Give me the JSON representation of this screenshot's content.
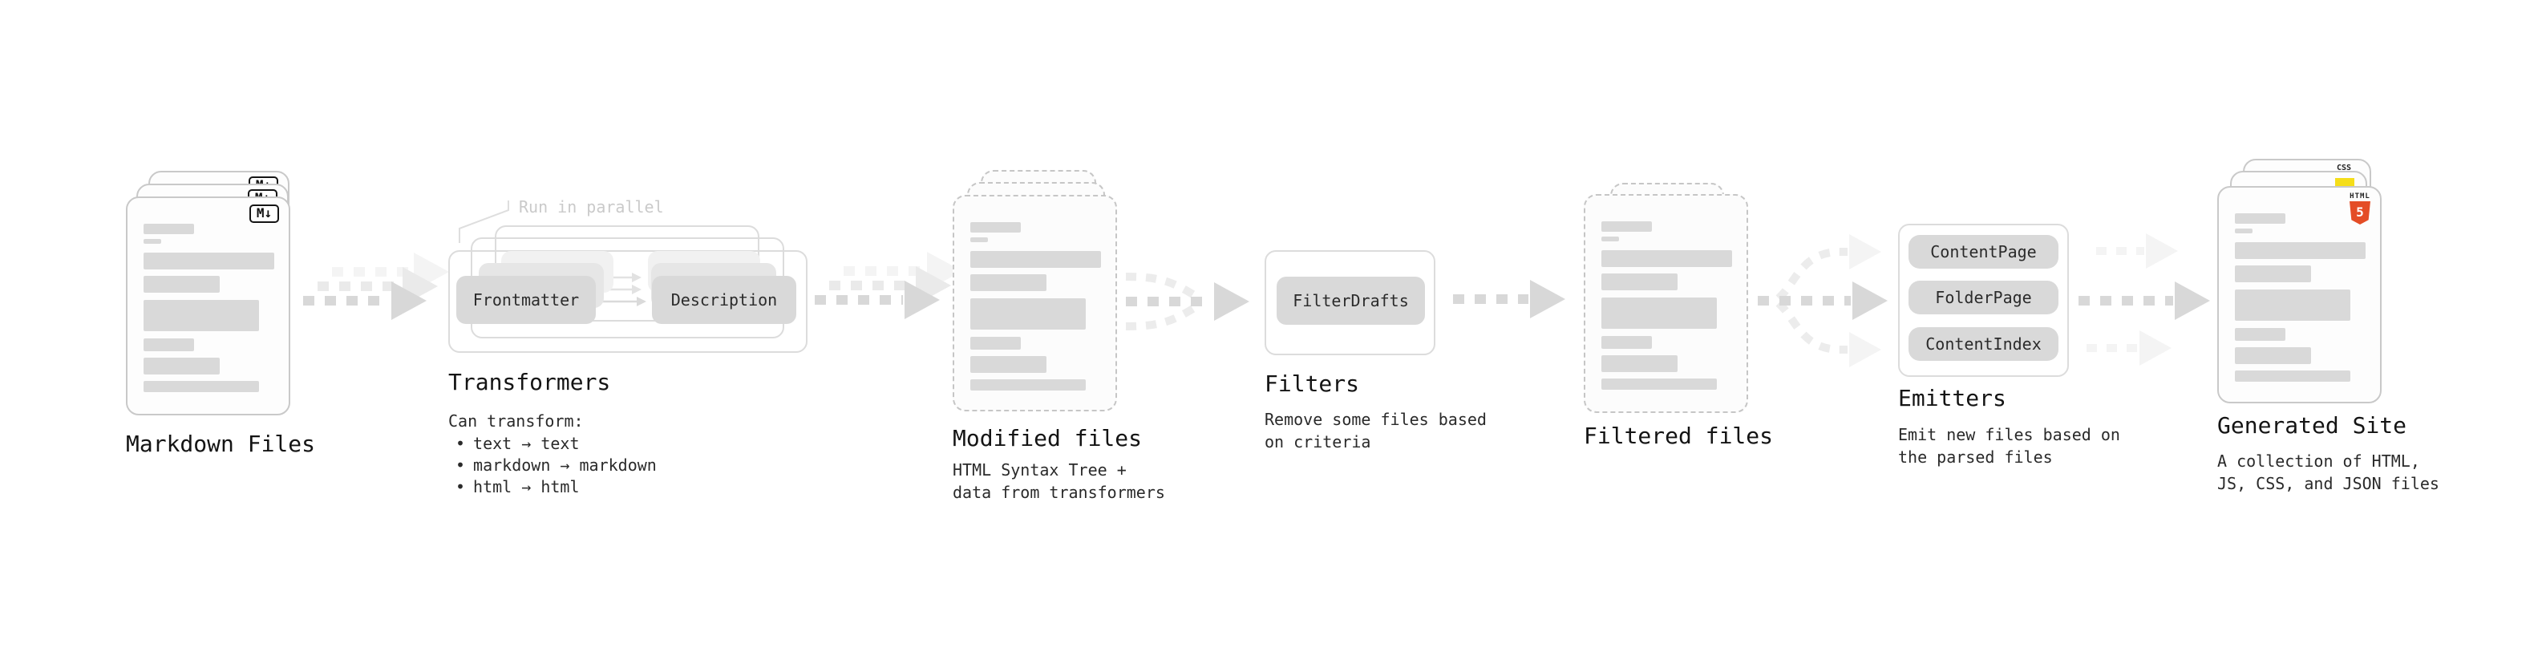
{
  "diagram": {
    "markdown": {
      "label": "Markdown Files",
      "badge": "M↓"
    },
    "transformers": {
      "annotation": "Run in parallel",
      "pill_left": "Frontmatter",
      "pill_right": "Description",
      "label": "Transformers",
      "desc_title": "Can transform:",
      "bullets": [
        "text → text",
        "markdown → markdown",
        "html → html"
      ]
    },
    "modified": {
      "label": "Modified files",
      "desc_lines": [
        "HTML Syntax Tree +",
        "data from transformers"
      ]
    },
    "filters": {
      "pill": "FilterDrafts",
      "label": "Filters",
      "desc_lines": [
        "Remove some files based",
        "on criteria"
      ]
    },
    "filtered": {
      "label": "Filtered files"
    },
    "emitters": {
      "pills": [
        "ContentPage",
        "FolderPage",
        "ContentIndex"
      ],
      "label": "Emitters",
      "desc_lines": [
        "Emit new files based on",
        "the parsed files"
      ]
    },
    "generated": {
      "label": "Generated Site",
      "desc_lines": [
        "A collection of HTML,",
        "JS, CSS, and JSON files"
      ],
      "css_badge": "CSS",
      "html_badge": "HTML",
      "html_badge_number": "5"
    }
  },
  "colors": {
    "arrow_main": "#d8d8d8",
    "arrow_echo": "#eaeaea",
    "arrow_faint": "#f4f4f4",
    "arrow_curve": "#ececec",
    "bar_fill": "#d9d9d9",
    "pill_fill": "#d9d9d9",
    "pill_echo": "#e6e6e6",
    "pill_echo_faint": "#f1f1f1",
    "card_border": "#c9c9c9",
    "dashed_border": "#c6c6c6",
    "box_border": "#dcdcdc",
    "html5_orange": "#e44d26",
    "js_yellow": "#f5de19",
    "css_blue": "#2962f1",
    "annotation": "#cacaca",
    "heading": "#141414",
    "body_text": "#2a2a2a"
  }
}
